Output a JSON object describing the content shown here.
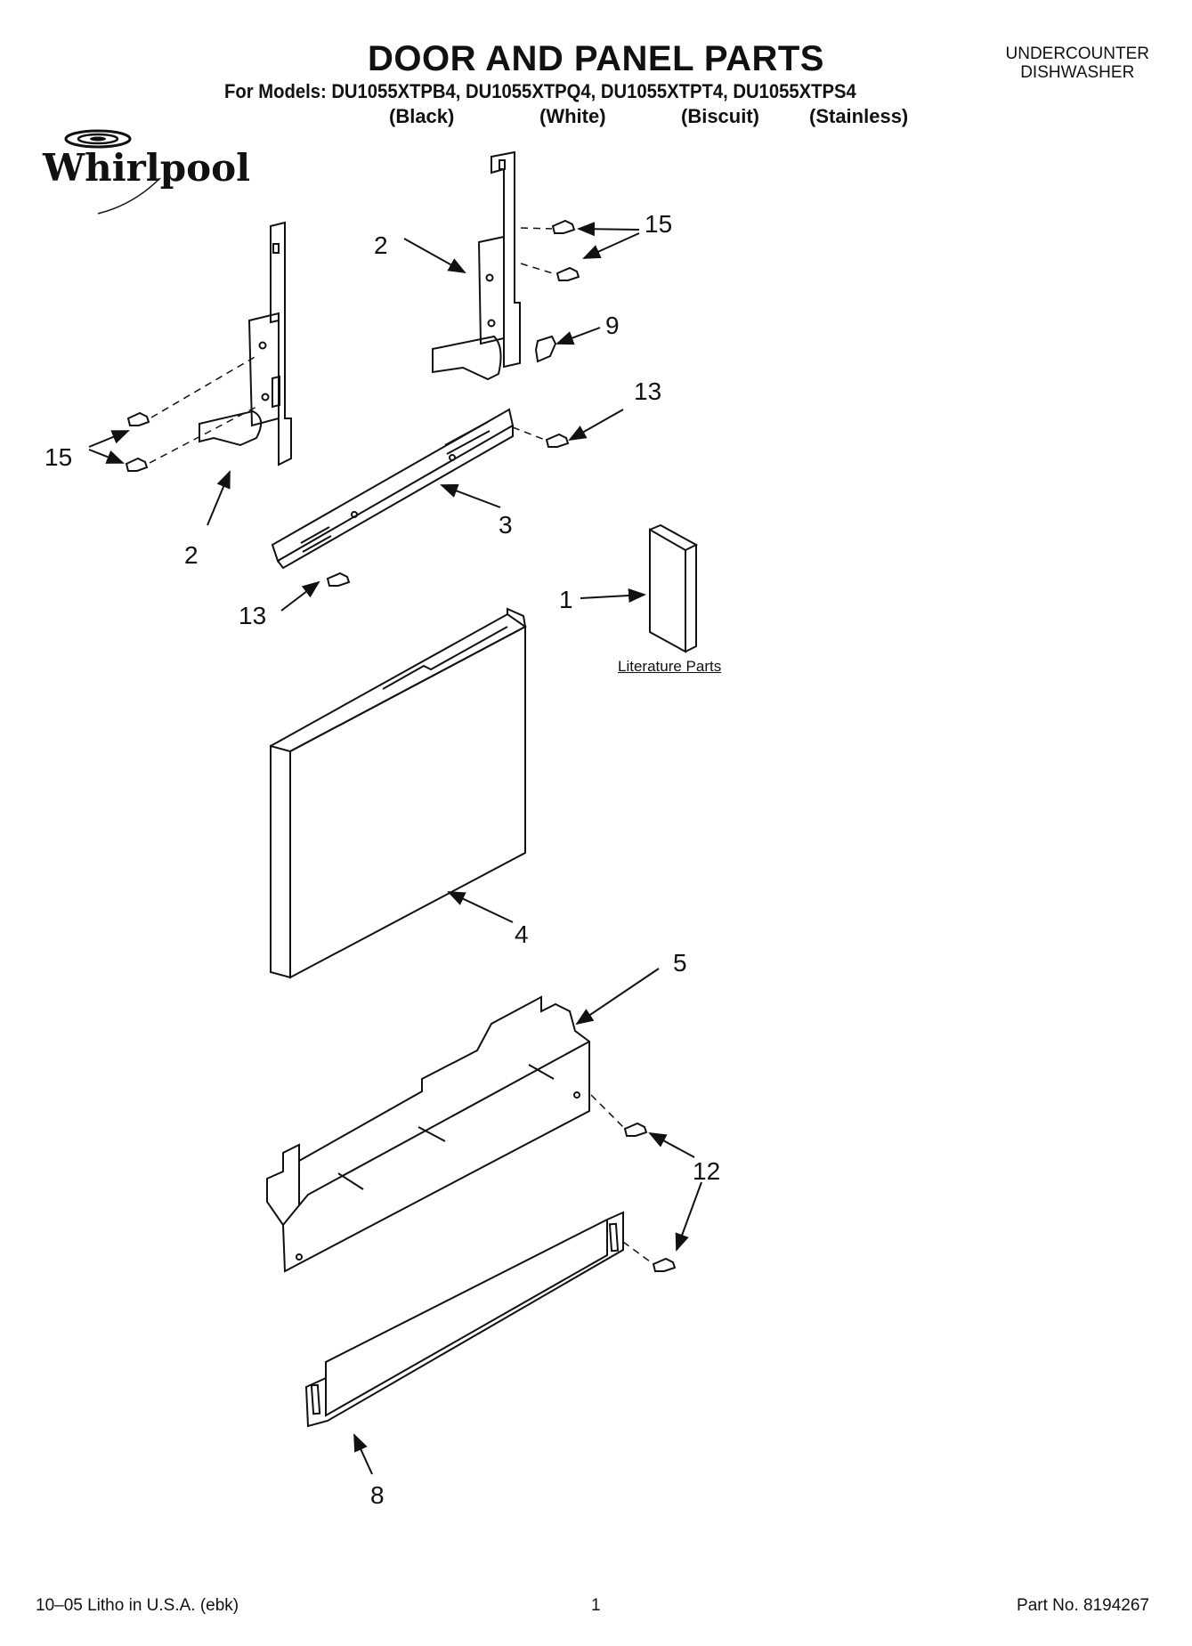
{
  "header": {
    "title": "DOOR AND PANEL PARTS",
    "models_line": "For Models: DU1055XTPB4, DU1055XTPQ4, DU1055XTPT4, DU1055XTPS4",
    "colors": [
      "(Black)",
      "(White)",
      "(Biscuit)",
      "(Stainless)"
    ],
    "category_line1": "UNDERCOUNTER",
    "category_line2": "DISHWASHER",
    "brand": "Whirlpool"
  },
  "callouts": {
    "c15_top": "15",
    "c2_top": "2",
    "c9": "9",
    "c13_right": "13",
    "c15_left": "15",
    "c2_left": "2",
    "c3": "3",
    "c13_left": "13",
    "c1": "1",
    "c4": "4",
    "c5": "5",
    "c12": "12",
    "c8": "8"
  },
  "literature_label": "Literature Parts",
  "footer": {
    "left": "10–05 Litho in U.S.A. (ebk)",
    "page": "1",
    "part_no": "Part No. 8194267"
  }
}
